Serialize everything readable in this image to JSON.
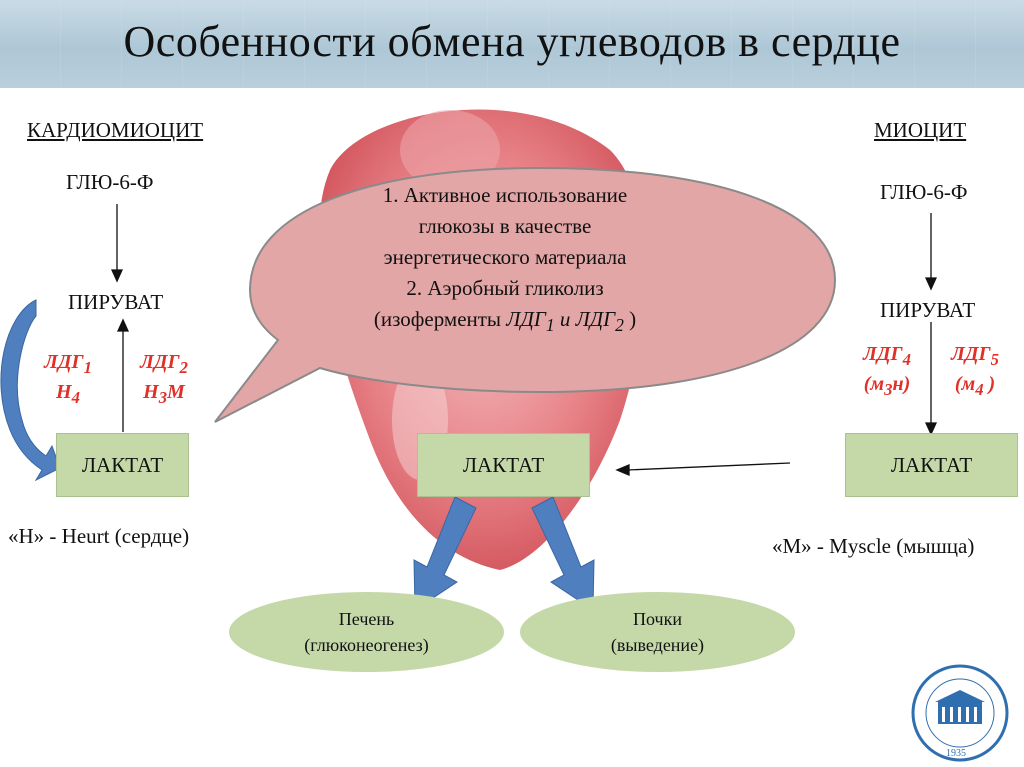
{
  "title": "Особенности обмена углеводов в сердце",
  "left": {
    "heading": "КАРДИОМИОЦИТ",
    "glucose": "ГЛЮ-6-Ф",
    "pyruvate": "ПИРУВАТ",
    "enzyme_a": {
      "name": "ЛДГ",
      "sub": "1",
      "form": "Н",
      "form_sub": "4"
    },
    "enzyme_b": {
      "name": "ЛДГ",
      "sub": "2",
      "form": "Н",
      "form_sub": "3",
      "form_tail": "М"
    },
    "lactate": "ЛАКТАТ",
    "note": "«Н» - Heurt (сердце)"
  },
  "center": {
    "lactate": "ЛАКТАТ",
    "bubble": {
      "line1": "1. Активное использование",
      "line2": "глюкозы в качестве",
      "line3": "энергетического материала",
      "line4": "2. Аэробный гликолиз",
      "line5_prefix": "(изоферменты ",
      "line5_e1": "ЛДГ",
      "line5_e1_sub": "1",
      "line5_and": " и ",
      "line5_e2": "ЛДГ",
      "line5_e2_sub": "2",
      "line5_suffix": " )"
    },
    "liver": {
      "line1": "Печень",
      "line2": "(глюконеогенез)"
    },
    "kidneys": {
      "line1": "Почки",
      "line2": "(выведение)"
    }
  },
  "right": {
    "heading": "МИОЦИТ",
    "glucose": "ГЛЮ-6-Ф",
    "pyruvate": "ПИРУВАТ",
    "enzyme_a": {
      "name": "ЛДГ",
      "sub": "4",
      "form_open": "(м",
      "form_sub": "3",
      "form_close": "н)"
    },
    "enzyme_b": {
      "name": "ЛДГ",
      "sub": "5",
      "form_open": "(м",
      "form_sub": "4",
      "form_close": " )"
    },
    "lactate": "ЛАКТАТ",
    "note": "«М» - Myscle (мышца)"
  },
  "logo": {
    "year": "1935"
  },
  "colors": {
    "arrow_blue": "#4f7fbf",
    "box_green": "#c4d8a8",
    "bubble_pink": "#e3a6a6",
    "enzyme_red": "#e03028",
    "heart_red": "#d6323a"
  }
}
